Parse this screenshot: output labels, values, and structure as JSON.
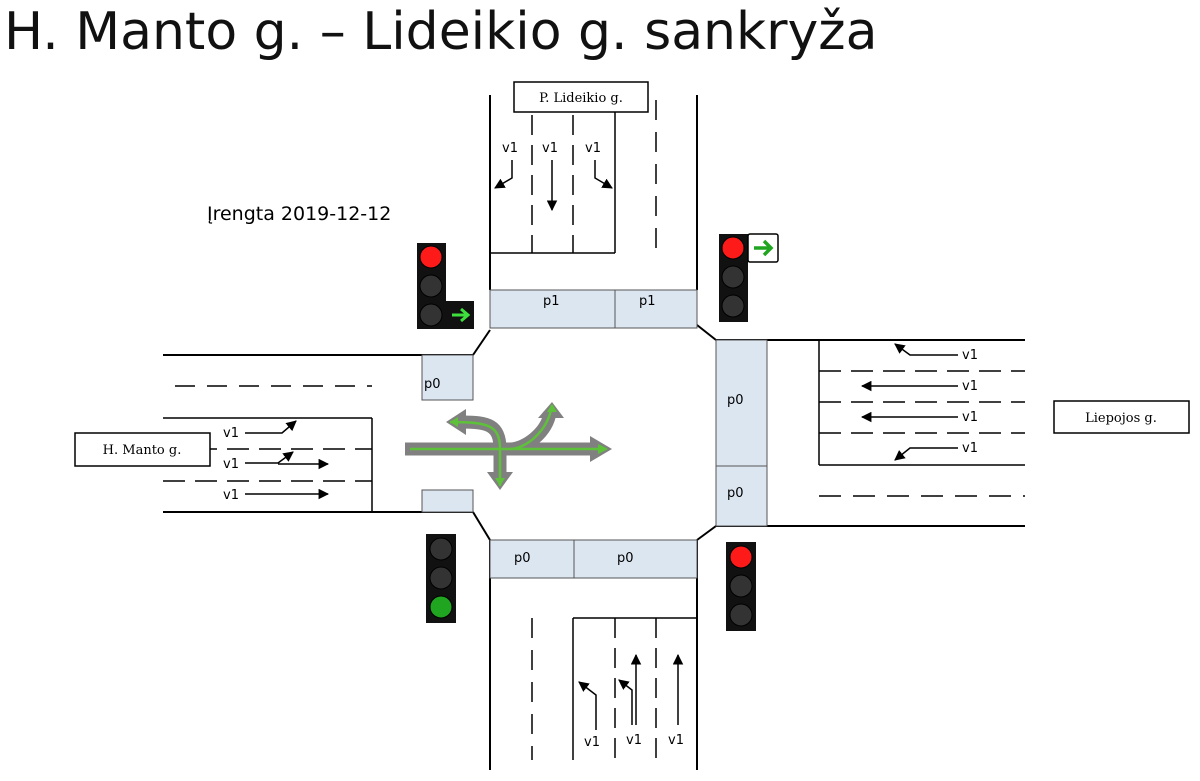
{
  "title": "H. Manto g. – Lideikio g. sankryža",
  "installed": "Įrengta 2019-12-12",
  "streets": {
    "north": "P. Lideikio g.",
    "west": "H. Manto g.",
    "east": "Liepojos g."
  },
  "lane_label": "v1",
  "crossings": {
    "north_a": "p1",
    "north_b": "p1",
    "west": "p0",
    "east_a": "p0",
    "east_b": "p0",
    "south_a": "p0",
    "south_b": "p0"
  },
  "colors": {
    "crossing_fill": "#dce6f1",
    "signal_red": "#ff1a1a",
    "signal_green": "#1fa51f",
    "arrow_green": "#5ec13a",
    "arrow_gray": "#808080"
  },
  "signals": {
    "nw": {
      "state": "red",
      "extra": "green-right-arrow"
    },
    "ne": {
      "state": "red",
      "extra": "green-right-arrow"
    },
    "sw": {
      "state": "green"
    },
    "se": {
      "state": "red"
    }
  }
}
